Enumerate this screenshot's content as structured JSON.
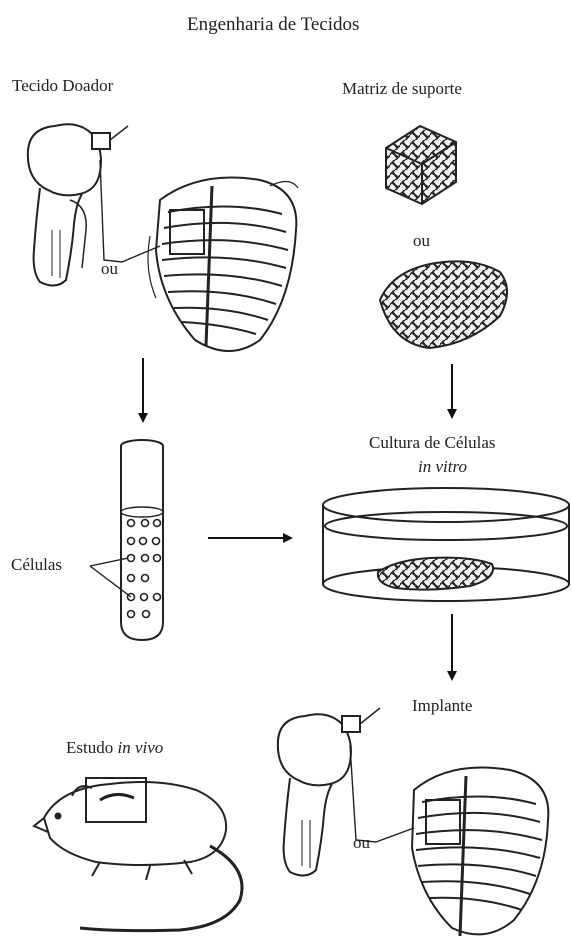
{
  "diagram": {
    "title": "Engenharia de Tecidos",
    "donor_tissue": "Tecido Doador",
    "support_matrix": "Matriz de suporte",
    "or_scaffold": "ou",
    "or_donor": "ou",
    "or_implant": "ou",
    "culture": "Cultura de Células",
    "culture_sub": "in vitro",
    "cells": "Células",
    "implant": "Implante",
    "in_vivo_prefix": "Estudo ",
    "in_vivo_em": "in vivo"
  }
}
